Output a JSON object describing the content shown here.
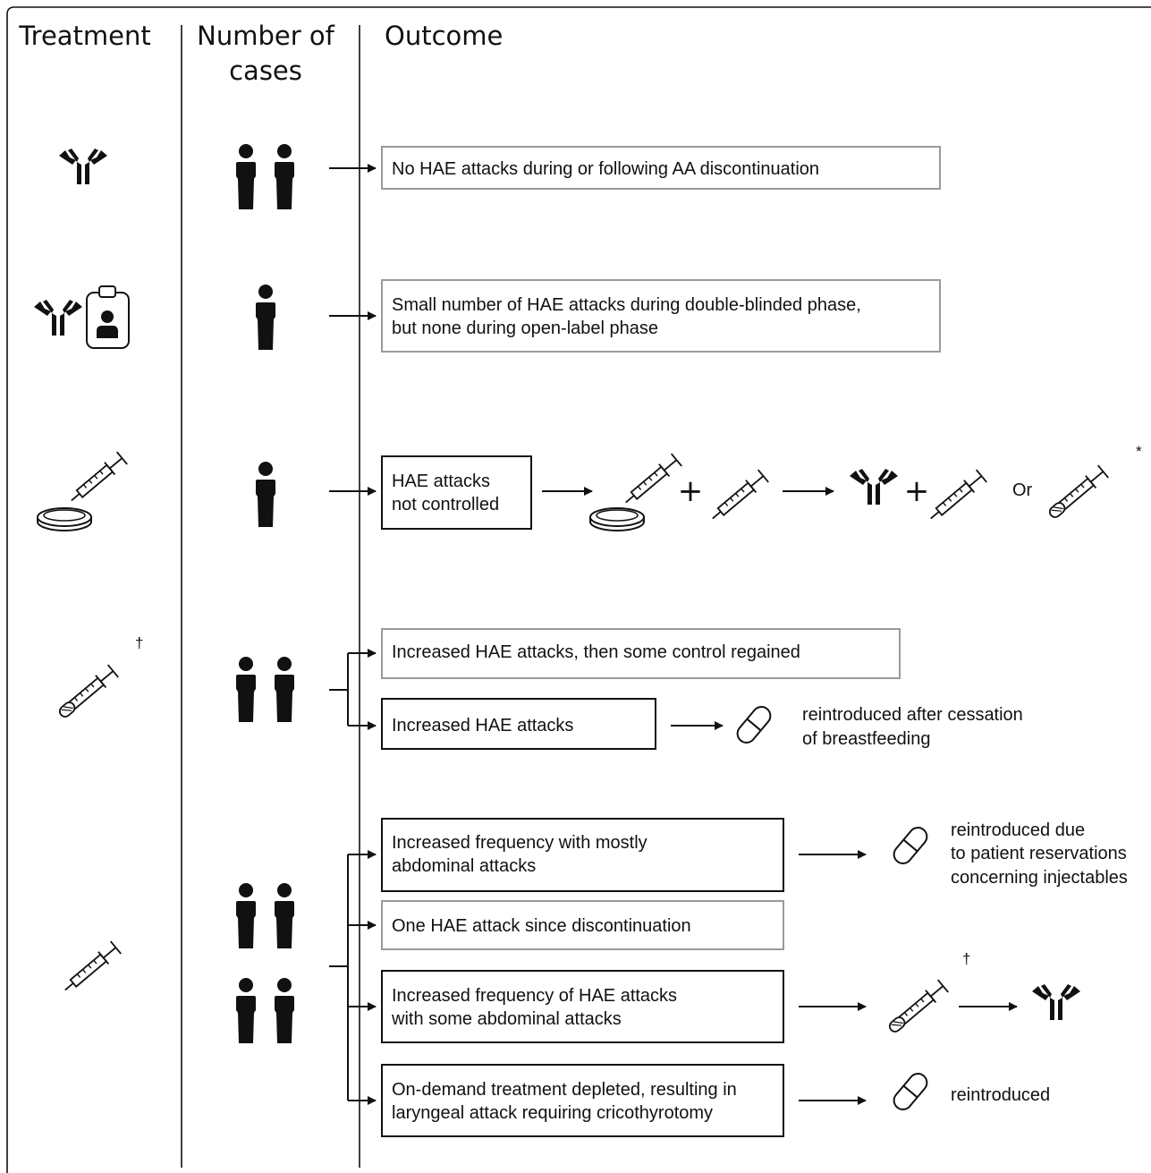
{
  "headers": {
    "treatment": "Treatment",
    "cases_line1": "Number of",
    "cases_line2": "cases",
    "outcome": "Outcome"
  },
  "outcomes": {
    "row1": "No HAE attacks during or following AA discontinuation",
    "row2_line1": "Small number of HAE attacks during double-blinded phase,",
    "row2_line2": "but none during open-label phase",
    "row3_line1": "HAE attacks",
    "row3_line2": "not controlled",
    "row4a": "Increased HAE attacks, then some control regained",
    "row4b": "Increased HAE attacks",
    "row5a_line1": "Increased frequency with mostly",
    "row5a_line2": "abdominal attacks",
    "row5b": "One HAE attack since discontinuation",
    "row5c_line1": "Increased frequency of HAE attacks",
    "row5c_line2": "with some abdominal attacks",
    "row5d_line1": "On-demand treatment depleted, resulting in",
    "row5d_line2": "laryngeal attack requiring cricothyrotomy"
  },
  "notes": {
    "row3_or": "Or",
    "row3_plus": "+",
    "asterisk": "*",
    "dagger": "†",
    "row4b_line1": "reintroduced after cessation",
    "row4b_line2": "of breastfeeding",
    "row5a_line1": "reintroduced due",
    "row5a_line2": "to patient reservations",
    "row5a_line3": "concerning injectables",
    "row5d": "reintroduced"
  },
  "case_counts": {
    "row1": 2,
    "row2": 1,
    "row3": 1,
    "row4": 2,
    "row5": 4
  },
  "icons": {
    "antibody": "antibody-icon",
    "badge": "id-badge-icon",
    "syringe": "syringe-icon",
    "petri_dish": "petri-dish-icon",
    "pill": "capsule-icon",
    "person": "person-icon"
  },
  "colors": {
    "ink": "#111111",
    "grey_border": "#9a9a9a",
    "background": "#ffffff"
  }
}
